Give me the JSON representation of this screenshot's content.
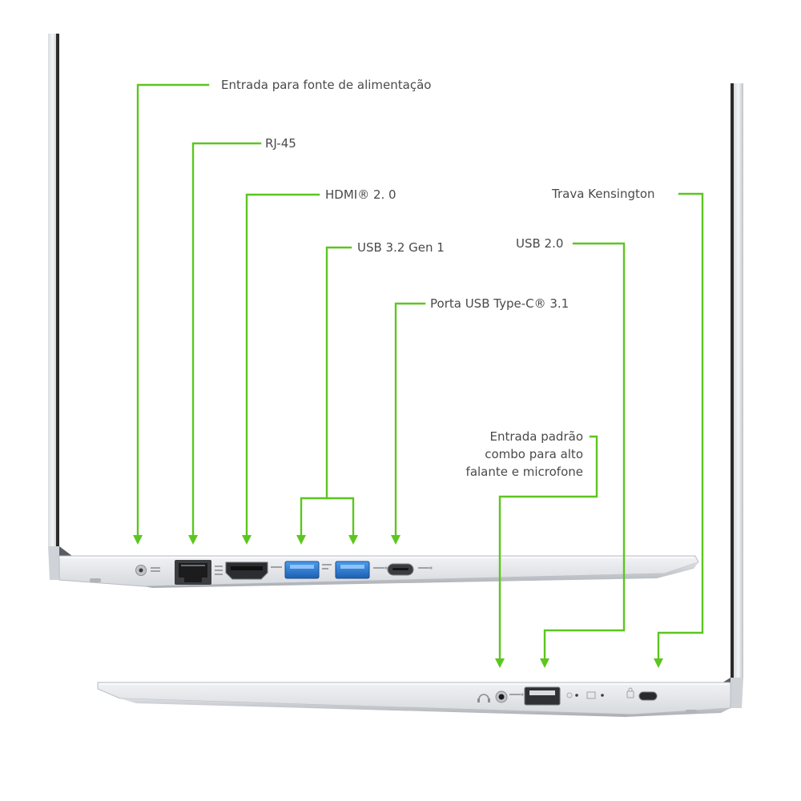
{
  "colors": {
    "leader": "#5cc61f",
    "label_text": "#4a4a4a",
    "chassis_light": "#e8eaec",
    "chassis_mid": "#cfd2d6",
    "chassis_dark": "#9a9ea4",
    "port_blue": "#2f7fd8",
    "bezel_dark": "#2b2b2b"
  },
  "callouts": {
    "power": "Entrada para fonte de alimentação",
    "rj45": "RJ-45",
    "hdmi": "HDMI® 2. 0",
    "usb32": "USB  3.2 Gen 1",
    "usbc": "Porta USB Type-C® 3.1",
    "kensington": "Trava Kensington",
    "usb20": "USB 2.0",
    "audio": {
      "line1": "Entrada padrão",
      "line2": "combo para alto",
      "line3": "falante e microfone"
    }
  },
  "icons": {
    "power": "dc-power-icon",
    "network": "network-icon",
    "hdmi": "hdmi-icon",
    "usb": "usb-icon",
    "headset": "headset-icon",
    "lock": "kensington-lock-icon",
    "battery": "battery-icon"
  }
}
